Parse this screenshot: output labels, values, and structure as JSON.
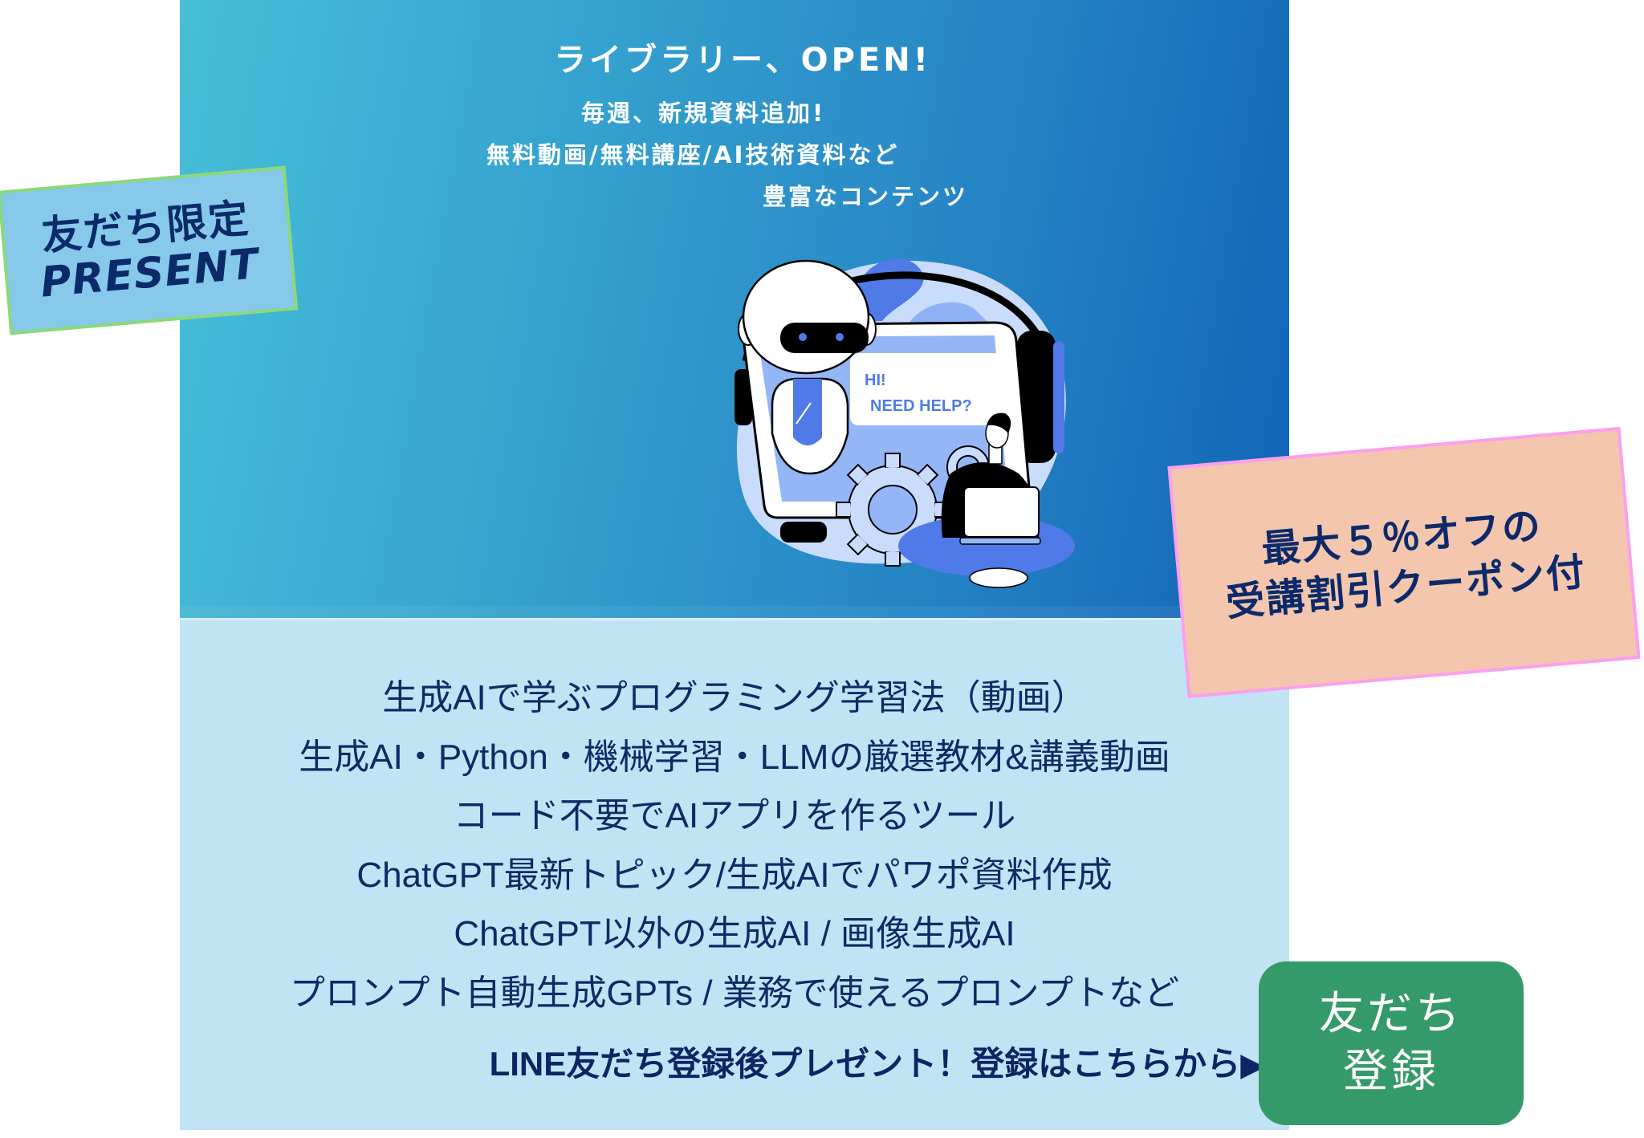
{
  "hero": {
    "title": "ライブラリー、OPEN!",
    "lines": [
      "毎週、新規資料追加!",
      "無料動画/無料講座/AI技術資料など",
      "豊富なコンテンツ"
    ],
    "illustration": {
      "speech_line1": "HI!",
      "speech_line2": "NEED HELP?"
    },
    "gradient_start": "#47bfd8",
    "gradient_end": "#1264b7"
  },
  "features": {
    "items": [
      "生成AIで学ぶプログラミング学習法（動画）",
      "生成AI・Python・機械学習・LLMの厳選教材&講義動画",
      "コード不要でAIアプリを作るツール",
      "ChatGPT最新トピック/生成AIでパワポ資料作成",
      "ChatGPT以外の生成AI / 画像生成AI",
      "プロンプト自動生成GPTs / 業務で使えるプロンプトなど"
    ],
    "background": "#c1e4f5",
    "text_color": "#0e2b66"
  },
  "cta": {
    "text": "LINE友だち登録後プレゼント！登録はこちらから",
    "arrow": "▶"
  },
  "stickers": {
    "present": {
      "line1": "友だち限定",
      "line2": "PRESENT",
      "background": "#86c9ea",
      "border": "#8dd87a"
    },
    "coupon": {
      "line1": "最大５％オフの",
      "line2": "受講割引クーポン付",
      "background": "#f4c6ad",
      "border": "#fb9ff0"
    }
  },
  "register_button": {
    "line1": "友だち",
    "line2": "登録",
    "color": "#359a69"
  }
}
